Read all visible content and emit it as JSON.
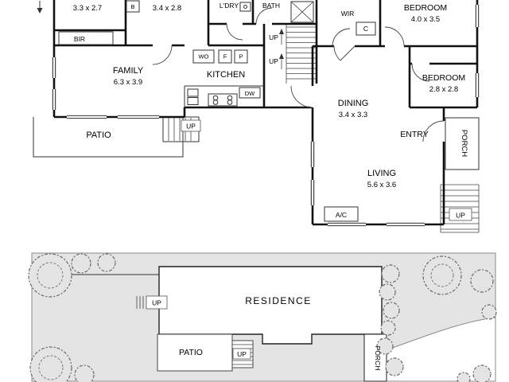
{
  "floor_plan": {
    "room1": {
      "dims": "3.3 x 2.7"
    },
    "room2": {
      "dims": "3.4 x 2.8"
    },
    "b_closet": "B",
    "bir": "BIR",
    "laundry": "L'DRY",
    "bath": "BATH",
    "wir": "WIR",
    "linen": "C",
    "bedroom_top": {
      "name": "BEDROOM",
      "dims": "4.0 x 3.5"
    },
    "bedroom_right": {
      "name": "BEDROOM",
      "dims": "2.8 x 2.8"
    },
    "family": {
      "name": "FAMILY",
      "dims": "6.3 x 3.9"
    },
    "kitchen": "KITCHEN",
    "dining": {
      "name": "DINING",
      "dims": "3.4 x 3.3"
    },
    "living": {
      "name": "LIVING",
      "dims": "5.6 x 3.6"
    },
    "patio": "PATIO",
    "entry": "ENTRY",
    "porch": "PORCH",
    "ac": "A/C",
    "appliances": {
      "wall_oven": "WO",
      "fridge": "F",
      "pantry": "P",
      "dishwasher": "DW"
    },
    "stairs": {
      "up_mid_1": "UP",
      "up_mid_2": "UP",
      "up_patio": "UP",
      "up_porch": "UP"
    }
  },
  "site_plan": {
    "residence": "RESIDENCE",
    "patio": "PATIO",
    "porch": "PORCH",
    "up_left": "UP",
    "up_patio": "UP"
  }
}
